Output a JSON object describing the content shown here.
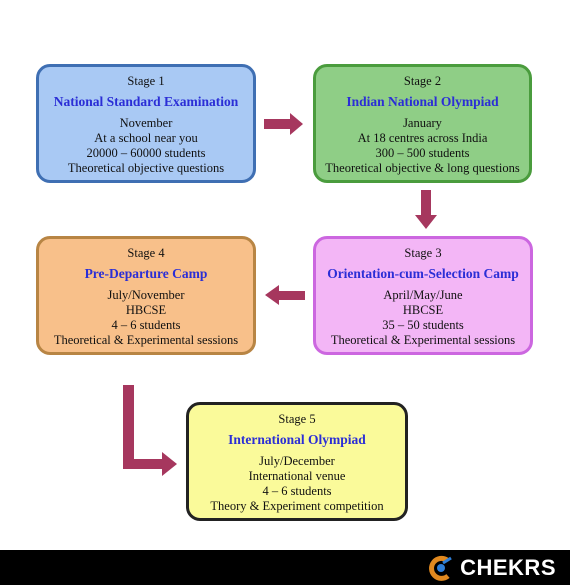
{
  "stages": [
    {
      "number": "Stage 1",
      "title": "National Standard Examination",
      "lines": [
        "November",
        "At a school near you",
        "20000 – 60000 students",
        "Theoretical objective questions"
      ],
      "fill": "#a9c9f4",
      "border": "#3f6fb3"
    },
    {
      "number": "Stage 2",
      "title": "Indian National Olympiad",
      "lines": [
        "January",
        "At 18 centres across India",
        "300 – 500 students",
        "Theoretical objective & long questions"
      ],
      "fill": "#8fce86",
      "border": "#4a9c3d"
    },
    {
      "number": "Stage 3",
      "title": "Orientation-cum-Selection Camp",
      "lines": [
        "April/May/June",
        "HBCSE",
        "35 – 50 students",
        "Theoretical & Experimental sessions"
      ],
      "fill": "#f3b6f6",
      "border": "#cc67e0"
    },
    {
      "number": "Stage 4",
      "title": "Pre-Departure Camp",
      "lines": [
        "July/November",
        "HBCSE",
        "4 – 6 students",
        "Theoretical & Experimental sessions"
      ],
      "fill": "#f8c08a",
      "border": "#b88544"
    },
    {
      "number": "Stage 5",
      "title": "International Olympiad",
      "lines": [
        "July/December",
        "International venue",
        "4 – 6 students",
        "Theory & Experiment competition"
      ],
      "fill": "#fafa9a",
      "border": "#222222"
    }
  ],
  "arrow_color": "#a6375e",
  "title_color": "#2b2ed6",
  "footer": {
    "logo_text": "CHEKRS",
    "logo_icon": "chekrs-logo-icon",
    "background": "#000000"
  }
}
